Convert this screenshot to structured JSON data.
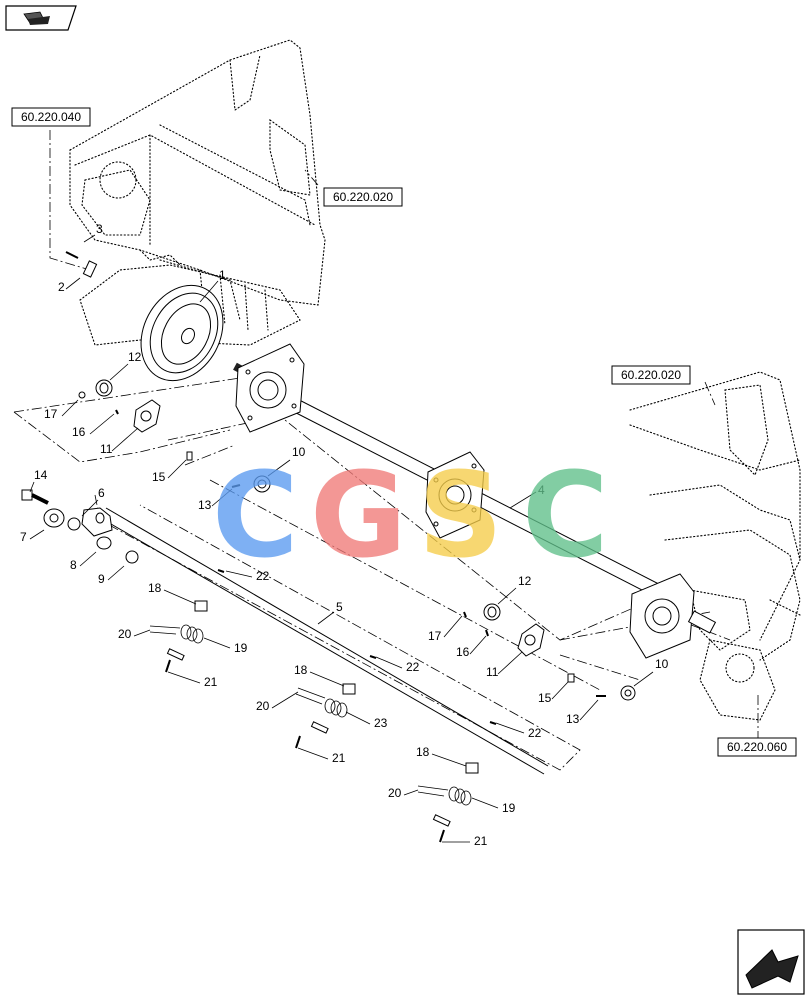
{
  "nav": {
    "top_icon": "open-book-icon",
    "bottom_icon": "next-page-arrow-icon"
  },
  "references": [
    {
      "id": "ref-040",
      "label": "60.220.040"
    },
    {
      "id": "ref-020a",
      "label": "60.220.020"
    },
    {
      "id": "ref-020b",
      "label": "60.220.020"
    },
    {
      "id": "ref-060",
      "label": "60.220.060"
    }
  ],
  "callouts": [
    "1",
    "2",
    "3",
    "4",
    "5",
    "6",
    "7",
    "8",
    "9",
    "10",
    "10",
    "11",
    "11",
    "12",
    "12",
    "13",
    "13",
    "14",
    "15",
    "15",
    "16",
    "16",
    "17",
    "17",
    "18",
    "18",
    "18",
    "19",
    "19",
    "20",
    "20",
    "20",
    "21",
    "21",
    "21",
    "22",
    "22",
    "22",
    "23"
  ],
  "watermark": {
    "letters": [
      "C",
      "G",
      "S",
      "C"
    ],
    "colors": [
      "#5b9bf0",
      "#f07a78",
      "#f5cd4a",
      "#5fbf8a"
    ]
  }
}
